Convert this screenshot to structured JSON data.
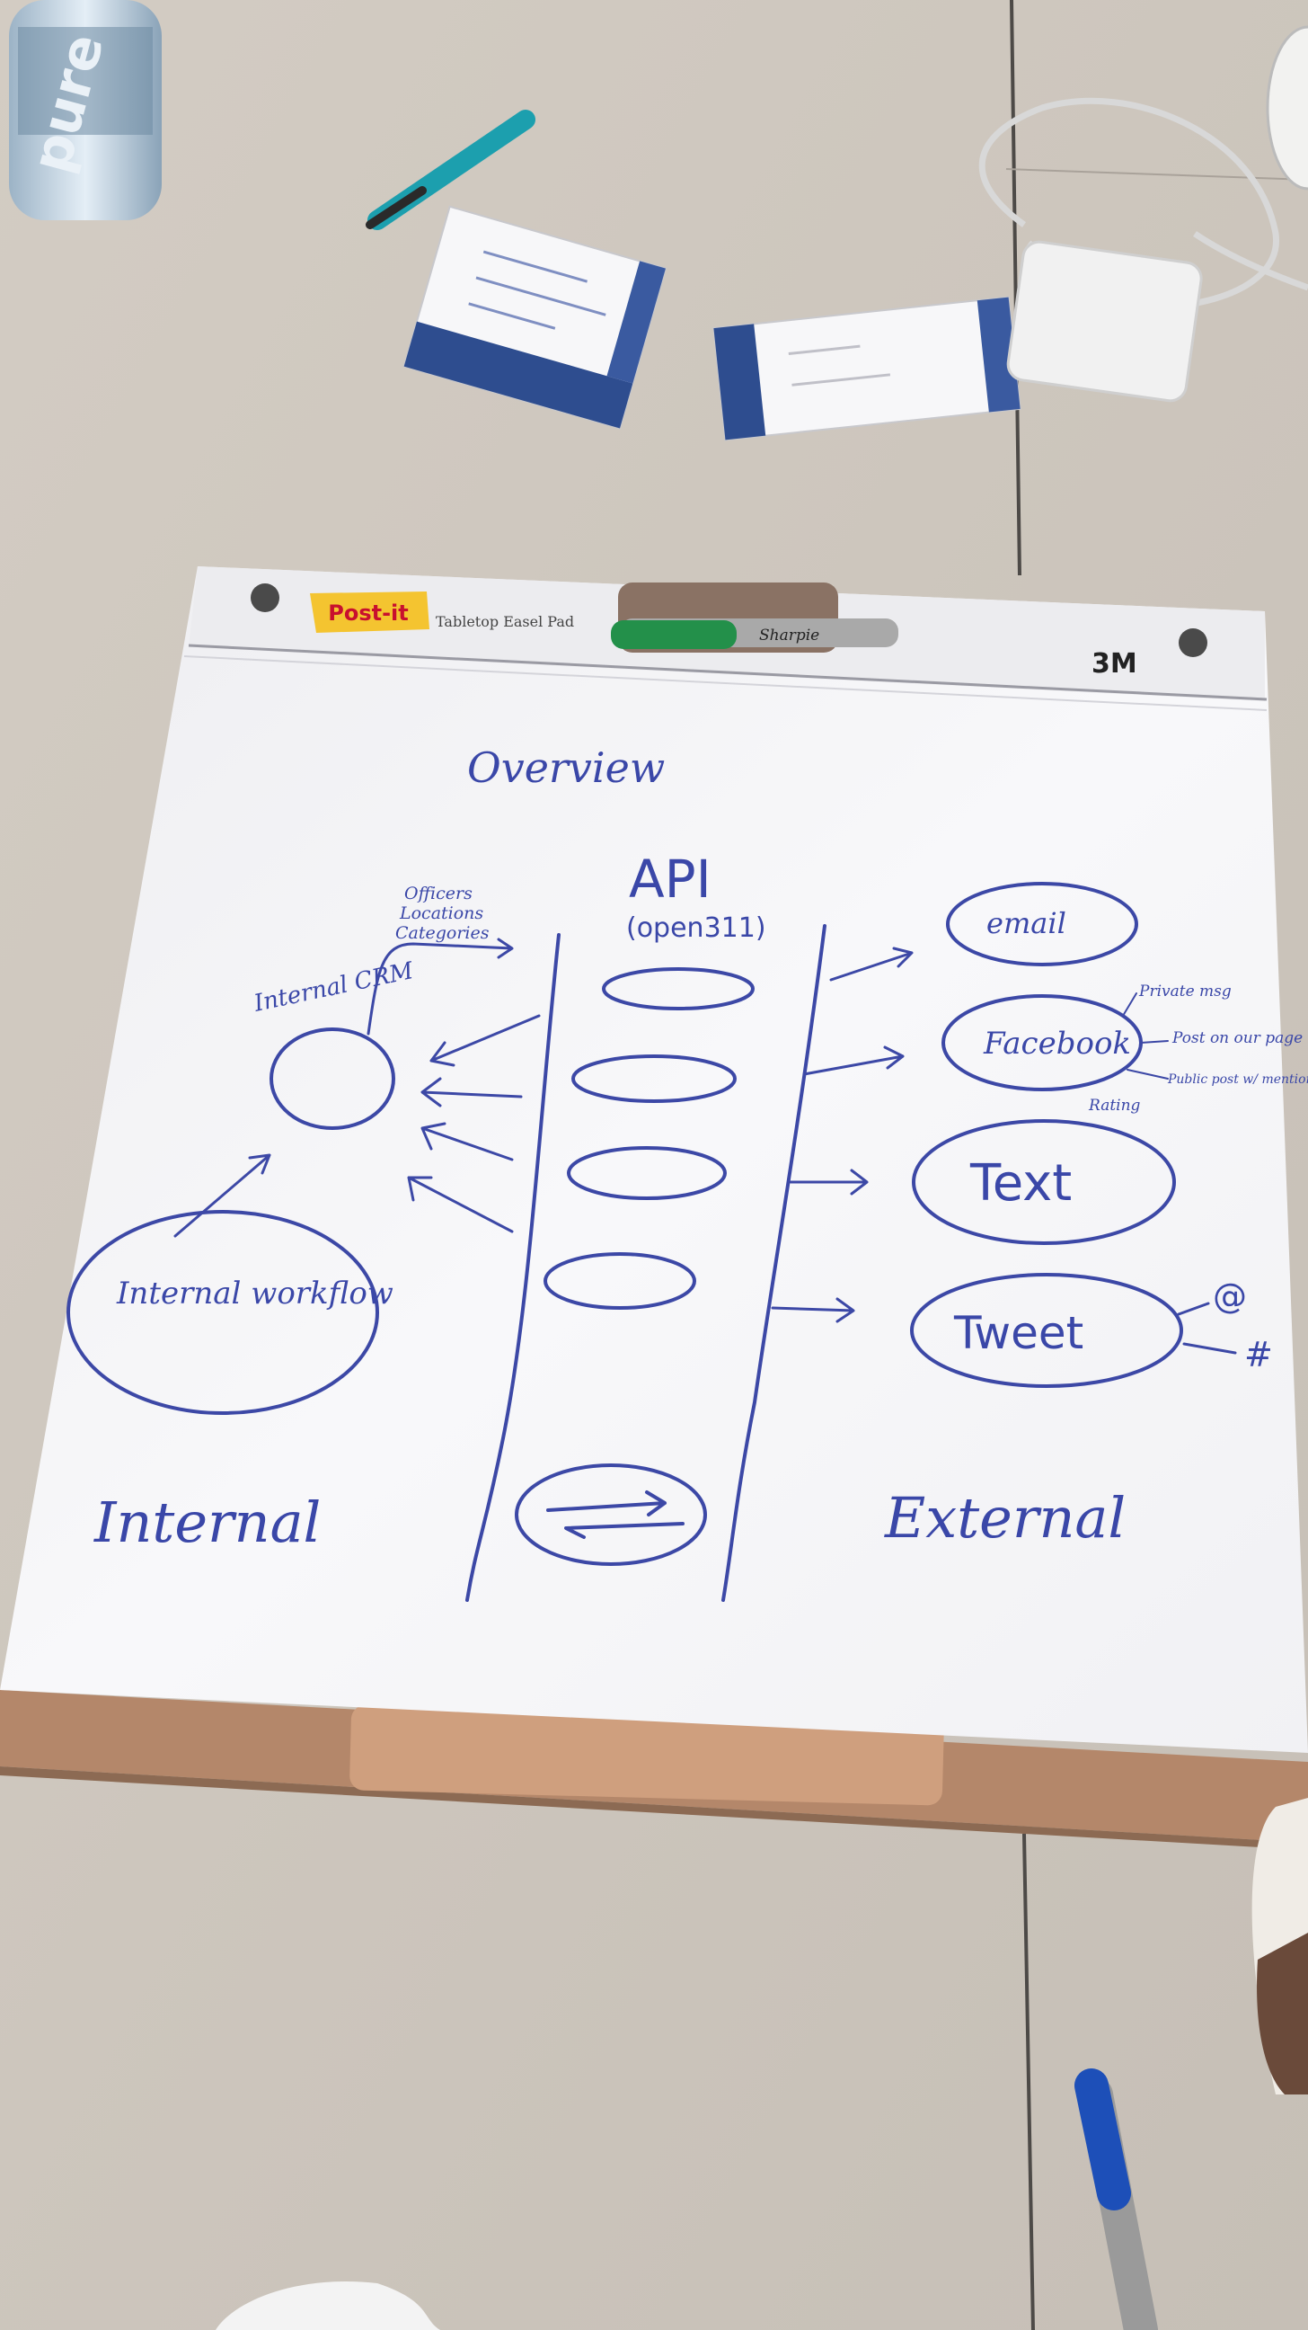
{
  "brand": {
    "postit_logo": "Post-it",
    "pad_name": "Tabletop Easel Pad",
    "maker_logo": "3M",
    "marker_brand": "Sharpie",
    "bottle_brand": "pure"
  },
  "whiteboard": {
    "title": "Overview",
    "api": {
      "label": "API",
      "sublabel": "(open311)"
    },
    "internal": {
      "crm_label": "Internal CRM",
      "crm_notes": [
        "Officers",
        "Locations",
        "Categories"
      ],
      "workflow_label": "Internal workflow",
      "side_label": "Internal"
    },
    "external": {
      "channels": [
        {
          "label": "email"
        },
        {
          "label": "Facebook",
          "notes": [
            "Private msg",
            "Post on our page",
            "Public post w/ mention",
            "Rating"
          ]
        },
        {
          "label": "Text"
        },
        {
          "label": "Tweet",
          "notes": [
            "@",
            "#"
          ]
        }
      ],
      "side_label": "External"
    }
  },
  "colors": {
    "table": "#cdc6bd",
    "paper": "#f6f6f8",
    "ink": "#3c48a6",
    "clipboard": "#b88a66"
  }
}
